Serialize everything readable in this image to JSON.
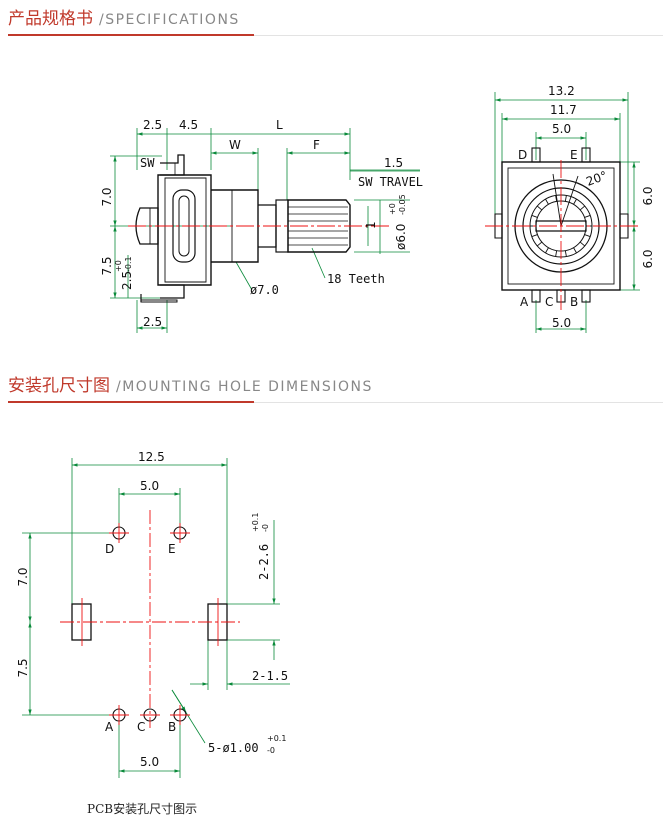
{
  "sections": {
    "spec": {
      "title_cn": "产品规格书",
      "title_en": "/SPECIFICATIONS"
    },
    "mount": {
      "title_cn": "安装孔尺寸图",
      "title_en": "/MOUNTING HOLE DIMENSIONS"
    }
  },
  "side_view": {
    "dim_2_5_top": "2.5",
    "dim_4_5": "4.5",
    "dim_L": "L",
    "dim_W": "W",
    "dim_F": "F",
    "dim_1_5": "1.5",
    "sw_label": "SW",
    "sw_travel": "SW TRAVEL",
    "dim_7_0": "7.0",
    "dim_7_5": "7.5",
    "dim_2_5_side": "2.5",
    "tol_2_5_plus": "+0",
    "tol_2_5_minus": "-0.1",
    "dim_1": "1",
    "dim_dia6": "ø6.0",
    "tol_dia6_plus": "+0",
    "tol_dia6_minus": "-0.05",
    "dim_dia7": "ø7.0",
    "teeth_label": "18 Teeth",
    "dim_2_5_bottom": "2.5"
  },
  "front_view": {
    "dim_13_2": "13.2",
    "dim_11_7": "11.7",
    "dim_5_0_top": "5.0",
    "pin_D": "D",
    "pin_E": "E",
    "angle_20": "20°",
    "dim_6_0_upper": "6.0",
    "dim_6_0_lower": "6.0",
    "pin_A": "A",
    "pin_C": "C",
    "pin_B": "B",
    "dim_5_0_bottom": "5.0"
  },
  "mount_view": {
    "dim_12_5": "12.5",
    "dim_5_0_top": "5.0",
    "pin_D": "D",
    "pin_E": "E",
    "dim_7_0": "7.0",
    "dim_7_5": "7.5",
    "dim_slot": "2-2.6",
    "tol_slot_plus": "+0.1",
    "tol_slot_minus": "-0",
    "dim_slot_w": "2-1.5",
    "pin_A": "A",
    "pin_C": "C",
    "pin_B": "B",
    "dim_holes": "5-ø1.00",
    "tol_holes_plus": "+0.1",
    "tol_holes_minus": "-0",
    "dim_5_0_bottom": "5.0"
  },
  "caption": "PCB安装孔尺寸图示"
}
